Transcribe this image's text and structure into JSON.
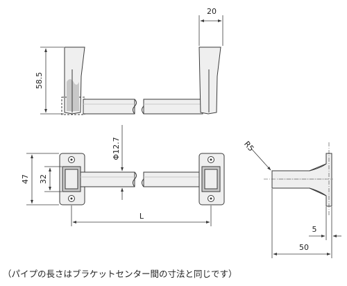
{
  "colors": {
    "line": "#3a3a3a",
    "part_fill": "#efefef",
    "shade": "#c8c8c8",
    "background": "#ffffff"
  },
  "dimensions": {
    "top_width": "20",
    "height": "58.5",
    "pipe_diameter": "Φ12.7",
    "plate_height": "47",
    "opening_height": "32",
    "length": "L",
    "radius": "R5",
    "offset_small": "5",
    "depth": "50"
  },
  "note": "（パイプの長さはブラケットセンター間の寸法と同じです）"
}
